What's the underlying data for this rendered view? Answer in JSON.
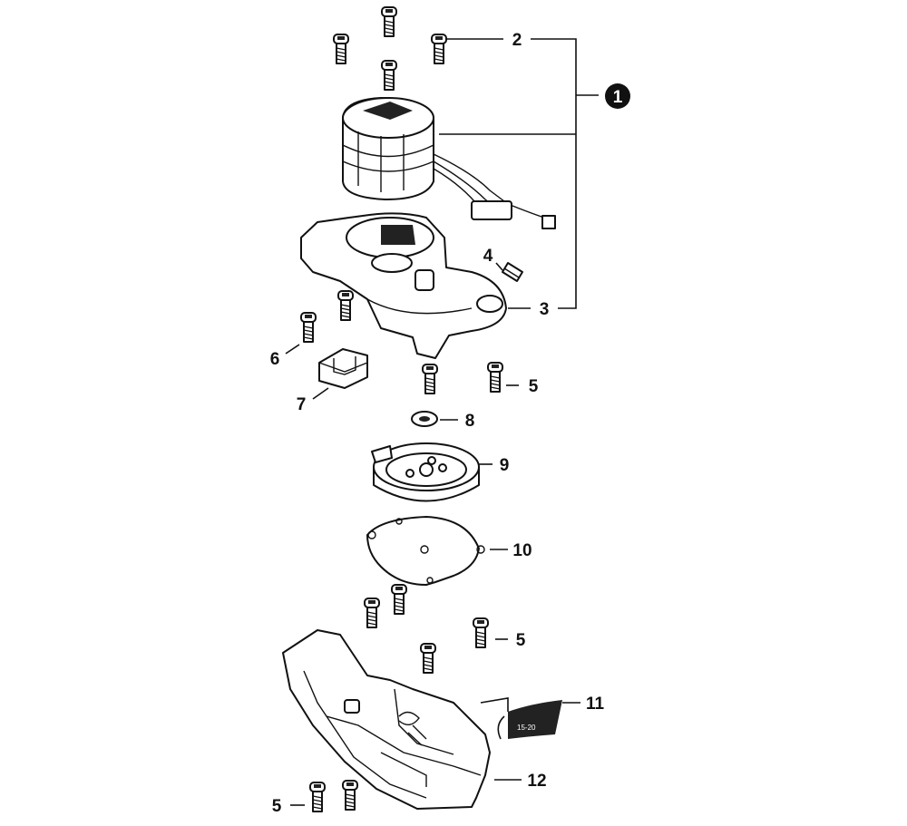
{
  "diagram": {
    "callouts": [
      {
        "id": "c2",
        "text": "2"
      },
      {
        "id": "c1",
        "text": "1"
      },
      {
        "id": "c4",
        "text": "4"
      },
      {
        "id": "c3",
        "text": "3"
      },
      {
        "id": "c6",
        "text": "6"
      },
      {
        "id": "c7",
        "text": "7"
      },
      {
        "id": "c5a",
        "text": "5"
      },
      {
        "id": "c8",
        "text": "8"
      },
      {
        "id": "c9",
        "text": "9"
      },
      {
        "id": "c10",
        "text": "10"
      },
      {
        "id": "c5b",
        "text": "5"
      },
      {
        "id": "c11",
        "text": "11"
      },
      {
        "id": "c12",
        "text": "12"
      },
      {
        "id": "c5c",
        "text": "5"
      }
    ],
    "decal_text": "15-20"
  }
}
